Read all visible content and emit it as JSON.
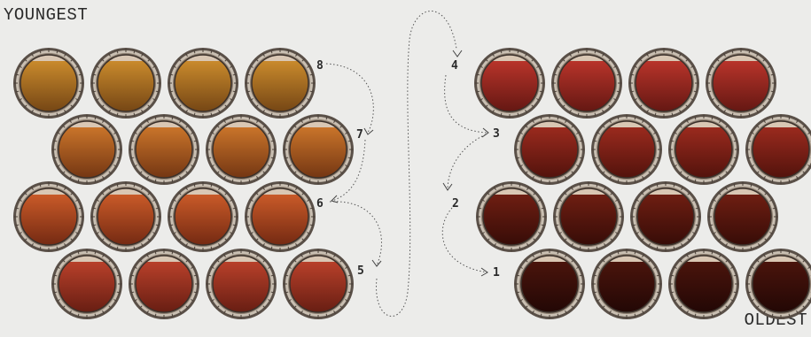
{
  "labels": {
    "youngest": "YOUNGEST",
    "oldest": "OLDEST"
  },
  "sequence_steps": [
    "1",
    "2",
    "3",
    "4",
    "5",
    "6",
    "7",
    "8"
  ],
  "colors": {
    "background": "#ececea",
    "barrel_rim_outer": "#5a5048",
    "barrel_rim_inner": "#c9bfb2",
    "foam": "#d9c7b4",
    "path_line": "#555555",
    "text": "#2a2a2a"
  },
  "barrel_groups": {
    "youngest": {
      "rows": [
        {
          "count": 4,
          "liquid_top": "#c98a2c",
          "liquid_bottom": "#6b3e12"
        },
        {
          "count": 4,
          "liquid_top": "#c9742a",
          "liquid_bottom": "#6a2f10"
        },
        {
          "count": 4,
          "liquid_top": "#c95a28",
          "liquid_bottom": "#6a2410"
        },
        {
          "count": 4,
          "liquid_top": "#b8402a",
          "liquid_bottom": "#5e1a10"
        }
      ]
    },
    "oldest": {
      "rows": [
        {
          "count": 4,
          "liquid_top": "#b8342a",
          "liquid_bottom": "#5a1410"
        },
        {
          "count": 4,
          "liquid_top": "#9a2a1e",
          "liquid_bottom": "#4a100a"
        },
        {
          "count": 4,
          "liquid_top": "#6e1e12",
          "liquid_bottom": "#300a06"
        },
        {
          "count": 4,
          "liquid_top": "#4a140c",
          "liquid_bottom": "#1e0604"
        }
      ]
    }
  }
}
